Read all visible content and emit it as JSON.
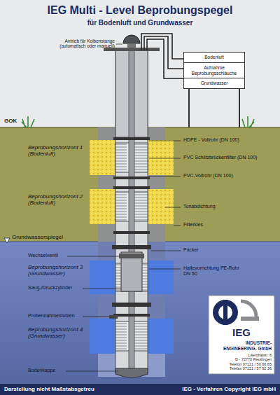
{
  "diagram": {
    "title": "IEG Multi - Level Beprobungspegel",
    "nodes": [
      {
        "text": [
          "Bodenluft",
          "Aufnahme Beprobungsschläuche",
          "Grundwasser"
        ]
      },
      {
        "text": [
          "IEG",
          "INDUSTRIE- ENGINEERING- GmbH",
          "Lilienthalstr. 6",
          "D - 72770 Reutlingen",
          "Telefon 07121 / 50 66 65",
          "Telefax 07121 / 57 92 36"
        ]
      }
    ],
    "labels": [
      "für Bodenluft und Grundwasser",
      "Antrieb für Kolbenstange (automatisch oder manuell)",
      "GOK",
      "HDPE - Vollrohr (DN 100)",
      "Beprobungshorizont 1 (Bodenluft)",
      "PVC Schlitzbrückenfilter (DN 100)",
      "PVC-Vollrohr (DN 100)",
      "Beprobungshorizont 2 (Bodenluft)",
      "Tonabdichtung",
      "Filterkies",
      "Grundwasserspiegel",
      "Wechselventil",
      "Beprobungshorizont 3 (Grundwasser)",
      "Packer",
      "Saug-/Druckzylinder",
      "Haltevorrichtung PE-Rohr DN 50",
      "Probennahmestutzen",
      "Beprobungshorizont 4 (Grundwasser)",
      "Bodenkappe",
      "Darstellung nicht Maßstabsgetreu",
      "IEG - Verfahren Copyright IEG mbH"
    ]
  }
}
